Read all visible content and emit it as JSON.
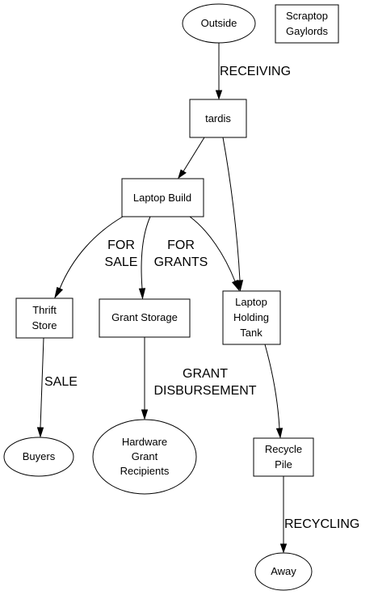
{
  "nodes": {
    "outside": {
      "shape": "ellipse",
      "lines": [
        "Outside"
      ]
    },
    "scraptop_gaylords": {
      "shape": "box",
      "lines": [
        "Scraptop",
        "Gaylords"
      ]
    },
    "tardis": {
      "shape": "box",
      "lines": [
        "tardis"
      ]
    },
    "laptop_build": {
      "shape": "box",
      "lines": [
        "Laptop Build"
      ]
    },
    "thrift_store": {
      "shape": "box",
      "lines": [
        "Thrift",
        "Store"
      ]
    },
    "grant_storage": {
      "shape": "box",
      "lines": [
        "Grant Storage"
      ]
    },
    "laptop_holding_tank": {
      "shape": "box",
      "lines": [
        "Laptop",
        "Holding",
        "Tank"
      ]
    },
    "buyers": {
      "shape": "ellipse",
      "lines": [
        "Buyers"
      ]
    },
    "hardware_grant_recipients": {
      "shape": "ellipse",
      "lines": [
        "Hardware",
        "Grant",
        "Recipients"
      ]
    },
    "recycle_pile": {
      "shape": "box",
      "lines": [
        "Recycle",
        "Pile"
      ]
    },
    "away": {
      "shape": "ellipse",
      "lines": [
        "Away"
      ]
    }
  },
  "edges": {
    "outside_to_tardis": {
      "from": "Outside",
      "to": "tardis",
      "label": [
        "RECEIVING"
      ]
    },
    "tardis_to_laptop_build": {
      "from": "tardis",
      "to": "Laptop Build",
      "label": []
    },
    "tardis_to_holding_tank": {
      "from": "tardis",
      "to": "Laptop Holding Tank",
      "label": []
    },
    "build_to_thrift": {
      "from": "Laptop Build",
      "to": "Thrift Store",
      "label": [
        "FOR",
        "SALE"
      ]
    },
    "build_to_grant_storage": {
      "from": "Laptop Build",
      "to": "Grant Storage",
      "label": [
        "FOR",
        "GRANTS"
      ]
    },
    "build_to_holding_tank": {
      "from": "Laptop Build",
      "to": "Laptop Holding Tank",
      "label": []
    },
    "thrift_to_buyers": {
      "from": "Thrift Store",
      "to": "Buyers",
      "label": [
        "SALE"
      ]
    },
    "grant_storage_to_recipients": {
      "from": "Grant Storage",
      "to": "Hardware Grant Recipients",
      "label": [
        "GRANT",
        "DISBURSEMENT"
      ]
    },
    "holding_tank_to_recycle": {
      "from": "Laptop Holding Tank",
      "to": "Recycle Pile",
      "label": []
    },
    "recycle_to_away": {
      "from": "Recycle Pile",
      "to": "Away",
      "label": [
        "RECYCLING"
      ]
    }
  }
}
